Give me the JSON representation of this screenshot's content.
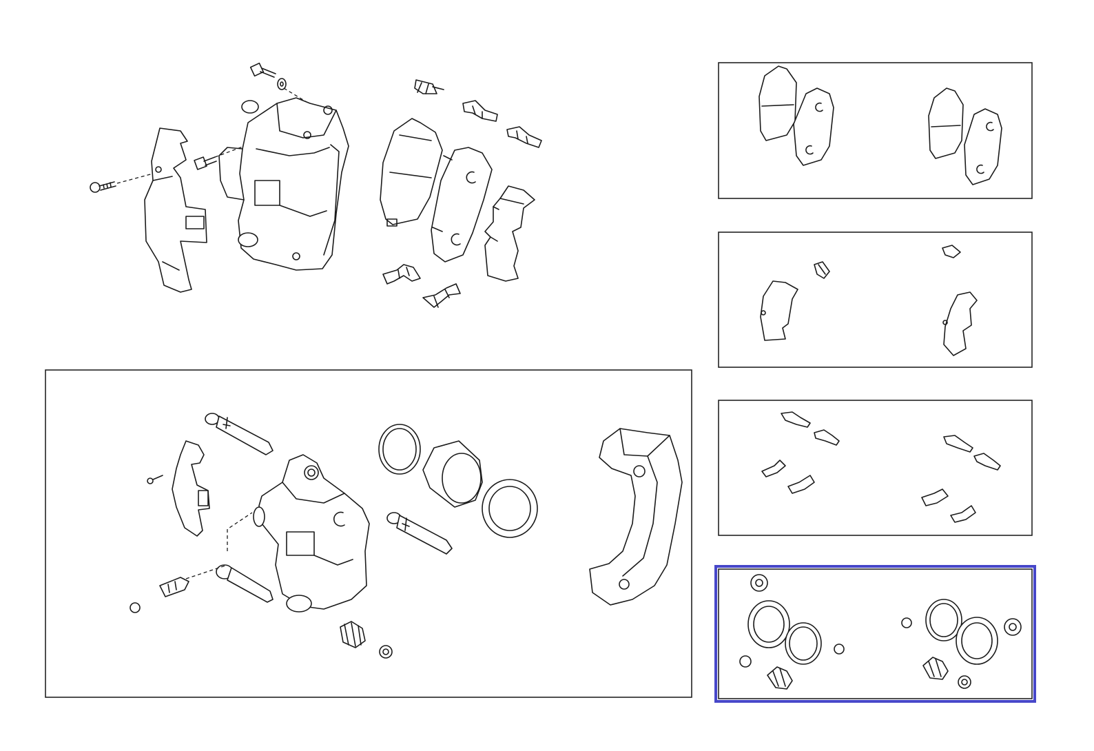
{
  "diagram": {
    "selected_panel": "seal-kit",
    "colors": {
      "line": "#1a1a1a",
      "frame": "#222222",
      "selection": "#4747c9",
      "background": "#ffffff"
    },
    "panels": [
      {
        "id": "pad-kit",
        "content": "brake-pad-sets"
      },
      {
        "id": "anti-squeal-shim-kit",
        "content": "shim-sets"
      },
      {
        "id": "pad-support-plate-kit",
        "content": "clip-sets"
      },
      {
        "id": "seal-kit",
        "content": "seal-and-boot-sets"
      }
    ],
    "icons": [
      "caliper-icon",
      "brake-pad-icon",
      "shim-icon",
      "clip-icon",
      "piston-icon",
      "seal-ring-icon",
      "boot-icon",
      "bolt-icon",
      "bleeder-icon",
      "mounting-bracket-icon"
    ]
  }
}
